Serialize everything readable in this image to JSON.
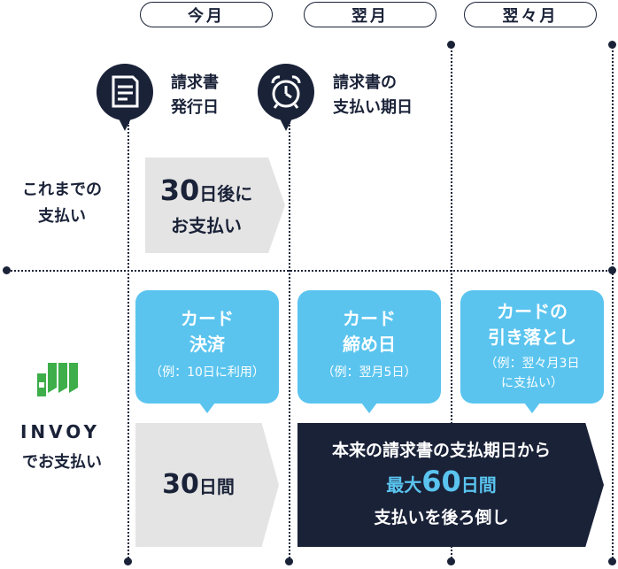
{
  "months": [
    "今月",
    "翌月",
    "翌々月"
  ],
  "pins": {
    "invoice_issue": {
      "icon": "document-icon",
      "label1": "請求書",
      "label2": "発行日"
    },
    "payment_due": {
      "icon": "alarm-clock-icon",
      "label1": "請求書の",
      "label2": "支払い期日"
    }
  },
  "rows": {
    "old": {
      "label1": "これまでの",
      "label2": "支払い"
    },
    "invoy": {
      "brand": "INVOY",
      "label": "でお支払い"
    }
  },
  "old_box": {
    "big": "30",
    "line1_rest": "日後に",
    "line2": "お支払い"
  },
  "bubbles": [
    {
      "title1": "カード",
      "title2": "決済",
      "sub1": "（例：10日に利用）",
      "sub2": ""
    },
    {
      "title1": "カード",
      "title2": "締め日",
      "sub1": "（例：翌月5日）",
      "sub2": ""
    },
    {
      "title1": "カードの",
      "title2": "引き落とし",
      "sub1": "（例：翌々月3日",
      "sub2": "に支払い）"
    }
  ],
  "gray_box": {
    "big": "30",
    "rest": "日間"
  },
  "dark_box": {
    "line1": "本来の請求書の支払期日から",
    "line2_a": "最大",
    "line2_big": "60",
    "line2_b": "日間",
    "line3": "支払いを後ろ倒し"
  },
  "colors": {
    "navy": "#1a2238",
    "cyan": "#5ac4ef",
    "gray": "#e4e4e4",
    "green": "#3dae49"
  }
}
